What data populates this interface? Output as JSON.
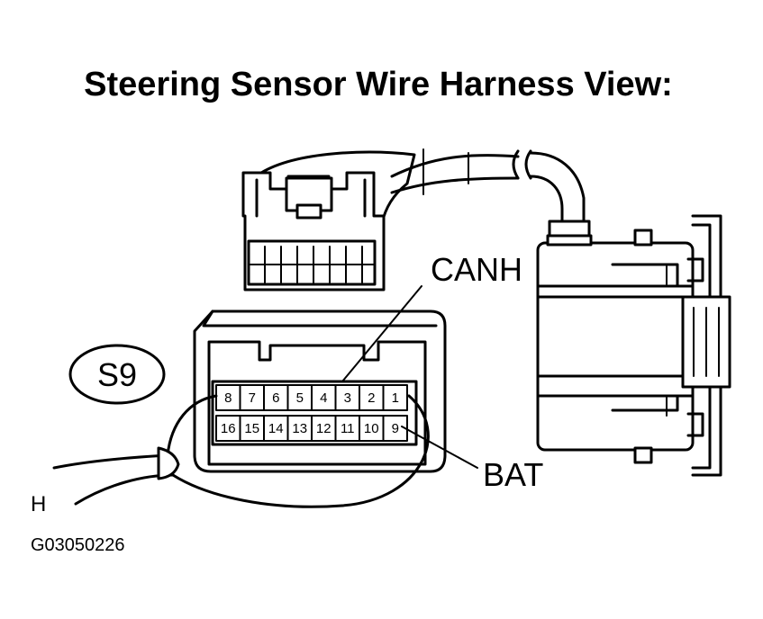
{
  "title": "Steering Sensor Wire Harness View:",
  "connector_id": "S9",
  "pins_top": [
    "8",
    "7",
    "6",
    "5",
    "4",
    "3",
    "2",
    "1"
  ],
  "pins_bottom": [
    "16",
    "15",
    "14",
    "13",
    "12",
    "11",
    "10",
    "9"
  ],
  "callouts": {
    "canh": "CANH",
    "bat": "BAT"
  },
  "harness_letter": "H",
  "figure_code": "G03050226",
  "colors": {
    "line": "#000000",
    "background": "#ffffff"
  }
}
